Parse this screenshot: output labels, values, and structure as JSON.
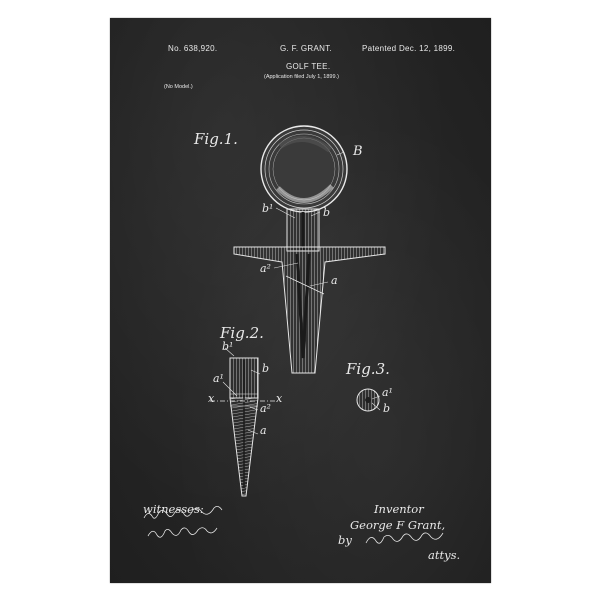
{
  "header": {
    "patent_no": "No. 638,920.",
    "inventor_initials": "G. F. GRANT.",
    "patent_date": "Patented Dec. 12, 1899.",
    "title": "GOLF TEE.",
    "application": "(Application filed July 1, 1899.)",
    "model": "(No Model.)"
  },
  "figures": {
    "fig1": "Fig.1.",
    "fig2": "Fig.2.",
    "fig3": "Fig.3."
  },
  "labels": {
    "B": "B",
    "b1_fig1": "b¹",
    "b_fig1": "b",
    "a2_fig1": "a²",
    "a_fig1": "a",
    "b1_fig2": "b¹",
    "b_fig2": "b",
    "a1_fig2": "a¹",
    "x_left": "x",
    "x_right": "x",
    "a2_fig2": "a²",
    "a_fig2": "a",
    "a1_fig3": "a¹",
    "b_fig3": "b"
  },
  "footer": {
    "witnesses_label": "witnesses:",
    "inventor_label": "Inventor",
    "inventor_name": "George F Grant,",
    "by": "by",
    "attys": "attys."
  },
  "colors": {
    "chalkboard": "#262626",
    "chalk": "#e9e9e9"
  }
}
